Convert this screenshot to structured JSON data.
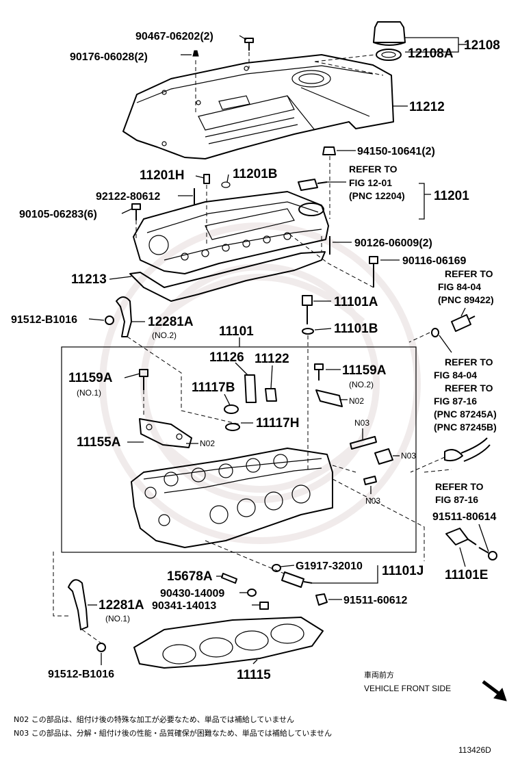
{
  "labels": {
    "p90467": "90467-06202(2)",
    "p90176": "90176-06028(2)",
    "p12108": "12108",
    "p12108A": "12108A",
    "p11212": "11212",
    "p94150": "94150-10641(2)",
    "refer_12_l1": "REFER TO",
    "refer_12_l2": "FIG 12-01",
    "refer_12_l3": "(PNC 12204)",
    "p11201": "11201",
    "p11201H": "11201H",
    "p11201B": "11201B",
    "p92122": "92122-80612",
    "p90105": "90105-06283(6)",
    "p90126": "90126-06009(2)",
    "p90116": "90116-06169",
    "refer_84a_l1": "REFER TO",
    "refer_84a_l2": "FIG 84-04",
    "refer_84a_l3": "(PNC 89422)",
    "p11213": "11213",
    "p11101A": "11101A",
    "p11101B": "11101B",
    "p91512_top": "91512-B1016",
    "p12281A_top": "12281A",
    "p12281A_top_note": "(NO.2)",
    "p11101": "11101",
    "p11126": "11126",
    "p11122": "11122",
    "p11159A_left": "11159A",
    "p11159A_left_note": "(NO.1)",
    "p11159A_right": "11159A",
    "p11159A_right_note": "(NO.2)",
    "p11117B": "11117B",
    "p11117H": "11117H",
    "n02_a": "N02",
    "n03_a": "N03",
    "n03_b": "N03",
    "n03_c": "N03",
    "p11155A": "11155A",
    "n02_b": "N02",
    "refer_84b_l1": "REFER TO",
    "refer_84b_l2": "FIG 84-04",
    "refer_87_l1": "REFER TO",
    "refer_87_l2": "FIG 87-16",
    "refer_87_l3": "(PNC 87245A)",
    "refer_87_l4": "(PNC 87245B)",
    "refer_87b_l1": "REFER TO",
    "refer_87b_l2": "FIG 87-16",
    "p91511_80614": "91511-80614",
    "p11101E": "11101E",
    "p15678A": "15678A",
    "pG1917": "G1917-32010",
    "p11101J": "11101J",
    "p90430": "90430-14009",
    "p90341": "90341-14013",
    "p91511_60612": "91511-60612",
    "p12281A_bot": "12281A",
    "p12281A_bot_note": "(NO.1)",
    "p91512_bot": "91512-B1016",
    "p11115": "11115",
    "front_jp": "車両前方",
    "front_en": "VEHICLE FRONT SIDE",
    "note_n02": "N02  この部品は、組付け後の特殊な加工が必要なため、単品では補給していません",
    "note_n03": "N03 この部品は、分解・組付け後の性能・品質確保が困難なため、単品では補給していません",
    "figure_id": "113426D"
  }
}
